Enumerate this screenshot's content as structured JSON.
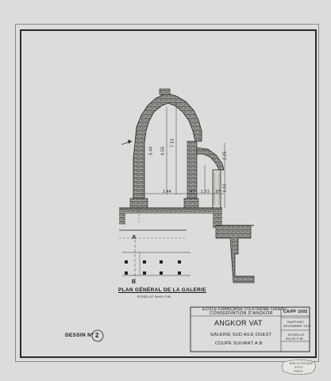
{
  "plan": {
    "title": "PLAN GÉNÉRAL DE LA GALERIE",
    "scale": "ECHELLE 0m01 P.M."
  },
  "section_marks": {
    "a": "A",
    "b": "B"
  },
  "dimensions": {
    "opening": "5.44",
    "span": "2.44",
    "d1": ".47",
    "d2": "1.73",
    "d3": ".97",
    "h1": "6.55",
    "h2": "7.15",
    "h3": "3.10",
    "h4": "2.25"
  },
  "dessin": {
    "label": "DESSIN Nº",
    "number": "2"
  },
  "title_block": {
    "institution": "ECOLE FRANÇAISE D'EXTRÊME ORIENT",
    "department": "CONSERVATION D'ANGKOR",
    "site": "ANGKOR VAT",
    "subject_1": "GALERIE SUD AILE OUEST",
    "subject_2": "COUPE SUIVANT A.B",
    "ref": "CA/PF 1002",
    "rapport": "RAPPORT",
    "date": "DÉCEMBRE 1917",
    "echelle": "ECHELLE",
    "echelle_value": "0m,02 P.M."
  },
  "stamp": {
    "line1": "BIBLIOTHÈQUE",
    "line2": "EFEO",
    "line3": "PARIS"
  }
}
